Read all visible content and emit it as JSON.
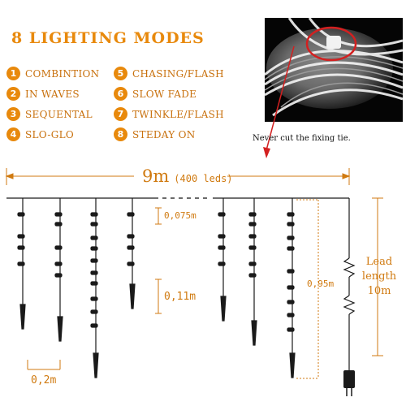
{
  "title": "8 LIGHTING MODES",
  "modes": [
    {
      "num": "1",
      "label": "COMBINTION"
    },
    {
      "num": "2",
      "label": "IN WAVES"
    },
    {
      "num": "3",
      "label": "SEQUENTAL"
    },
    {
      "num": "4",
      "label": "SLO-GLO"
    },
    {
      "num": "5",
      "label": "CHASING/FLASH"
    },
    {
      "num": "6",
      "label": "SLOW FADE"
    },
    {
      "num": "7",
      "label": "TWINKLE/FLASH"
    },
    {
      "num": "8",
      "label": "STEDAY ON"
    }
  ],
  "caption": "Never cut the fixing tie.",
  "dimensions": {
    "total_length": "9m",
    "led_count": "(400 leds)",
    "drop_spacing_small": "0,075m",
    "drop_spacing_large": "0,11m",
    "drop_length": "0,95m",
    "icicle_gap": "0,2m",
    "lead_label_1": "Lead",
    "lead_label_2": "length",
    "lead_length": "10m"
  },
  "colors": {
    "accent": "#e8890c",
    "dimension": "#d07a10",
    "wire": "#1a1a1a"
  }
}
